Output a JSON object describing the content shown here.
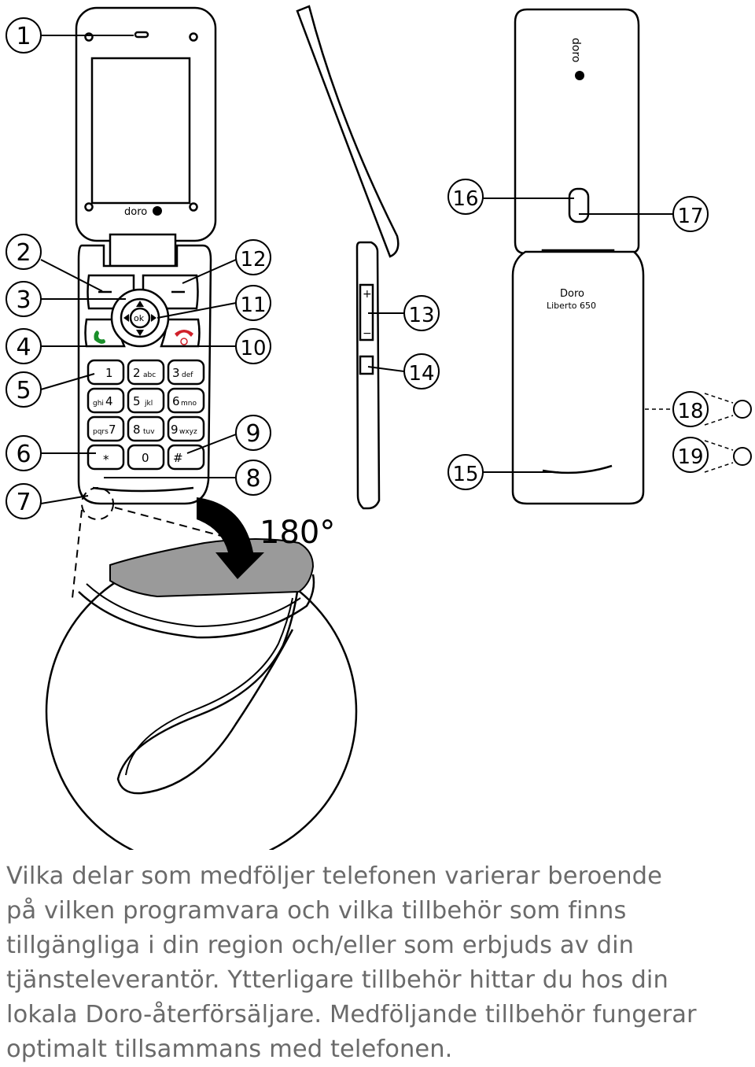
{
  "callouts": [
    "1",
    "2",
    "3",
    "4",
    "5",
    "6",
    "7",
    "8",
    "9",
    "10",
    "11",
    "12",
    "13",
    "14",
    "15",
    "16",
    "17",
    "18",
    "19"
  ],
  "rotation_label": "180°",
  "phone": {
    "brand": "doro",
    "back_model_brand": "Doro",
    "back_model_name": "Liberto 650",
    "ok_label": "ok",
    "keys": [
      {
        "main": "1",
        "sub": ""
      },
      {
        "main": "2",
        "sub": "abc"
      },
      {
        "main": "3",
        "sub": "def"
      },
      {
        "main": "4",
        "sub": "ghi"
      },
      {
        "main": "5",
        "sub": "jkl"
      },
      {
        "main": "6",
        "sub": "mno"
      },
      {
        "main": "7",
        "sub": "pqrs"
      },
      {
        "main": "8",
        "sub": "tuv"
      },
      {
        "main": "9",
        "sub": "wxyz"
      },
      {
        "main": "*",
        "sub": ""
      },
      {
        "main": "0",
        "sub": ""
      },
      {
        "main": "#",
        "sub": ""
      }
    ],
    "side_plus": "+",
    "side_minus": "−"
  },
  "caption_lines": [
    "Vilka delar som medföljer telefonen varierar beroende",
    "på vilken programvara och vilka tillbehör som finns",
    "tillgängliga i din region och/eller som erbjuds av din",
    "tjänsteleverantör. Ytterligare tillbehör hittar du hos din",
    "lokala Doro-återförsäljare. Medföljande tillbehör fungerar",
    "optimalt tillsammans med telefonen."
  ]
}
